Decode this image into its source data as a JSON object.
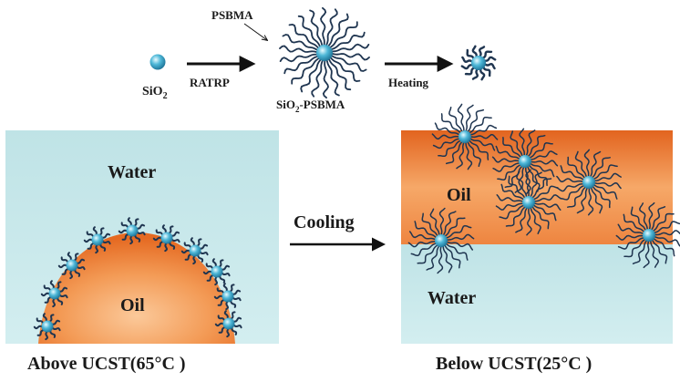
{
  "top": {
    "sio2_label": "SiO",
    "sio2_sub": "2",
    "ratrp_label": "RATRP",
    "psbma_label": "PSBMA",
    "product_prefix": "SiO",
    "product_sub": "2",
    "product_suffix": "-PSBMA",
    "heating_label": "Heating"
  },
  "left_panel": {
    "water_label": "Water",
    "oil_label": "Oil",
    "caption": "Above UCST(65°C )"
  },
  "middle": {
    "cooling_label": "Cooling"
  },
  "right_panel": {
    "oil_label": "Oil",
    "water_label": "Water",
    "caption": "Below UCST(25°C )"
  },
  "colors": {
    "water": "#c9e9ea",
    "oil_edge": "#e8742a",
    "oil_center": "#f7b070",
    "particle": "#3aa6c8",
    "chain": "#1f3550",
    "arrow": "#111111"
  }
}
